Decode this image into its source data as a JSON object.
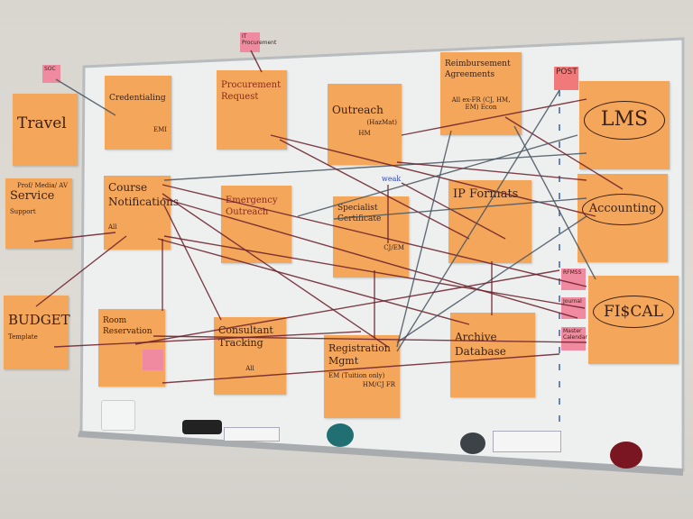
{
  "tags": {
    "soc": "SOC",
    "it_procurement": "IT Procurement",
    "post": "POST",
    "rfmss": "RFMSS",
    "journal": "Journal",
    "master_calendar": "Master Calendar"
  },
  "notes": {
    "travel": {
      "title": "Travel"
    },
    "service": {
      "title": "Service",
      "sub": "Support",
      "side": "Prof/ Media/ AV"
    },
    "budget": {
      "title": "BUDGET",
      "sub": "Template"
    },
    "credentialing": {
      "title": "Credentialing",
      "sub": "EMI"
    },
    "procurement": {
      "title": "Procurement Request"
    },
    "outreach": {
      "title": "Outreach",
      "sub": "(HazMat)",
      "extra": "HM",
      "label": "weak"
    },
    "reimbursement": {
      "title": "Reimbursement Agreements",
      "sub": "All ex-FR (CJ, HM, EM) Econ"
    },
    "lms": {
      "title": "LMS"
    },
    "course_notifications": {
      "title": "Course Notifications",
      "sub": "All"
    },
    "emergency_outreach": {
      "title": "Emergency Outreach"
    },
    "specialist_certificate": {
      "title": "Specialist Certificate",
      "sub": "CJ/EM"
    },
    "ip_formats": {
      "title": "IP Formats"
    },
    "accounting": {
      "title": "Accounting"
    },
    "fiscal": {
      "title": "FI$CAL"
    },
    "room_reservation": {
      "title": "Room Reservation"
    },
    "consultant_tracking": {
      "title": "Consultant Tracking",
      "sub": "All"
    },
    "registration_mgmt": {
      "title": "Registration Mgmt",
      "sub": "EM (Tuition only)",
      "side": "HM/CJ FR"
    },
    "archive_database": {
      "title": "Archive Database"
    }
  },
  "colors": {
    "note": "#f4a65a",
    "tag": "#f08aa0",
    "string_red": "#6b1f2a",
    "string_gray": "#4a5560",
    "board": "#eef0f0"
  }
}
